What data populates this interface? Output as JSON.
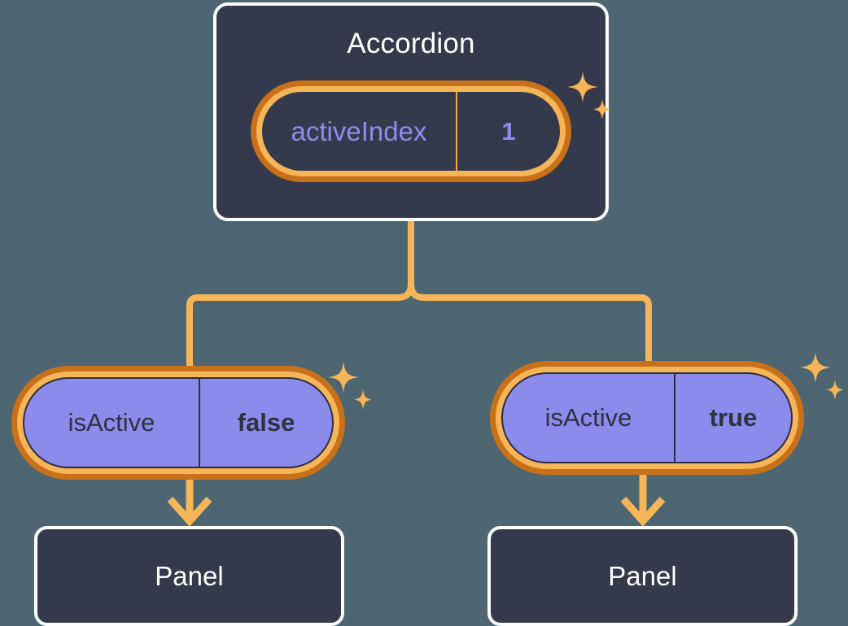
{
  "background_color": "#4d6671",
  "palette": {
    "node_fill": "#343a4b",
    "node_border": "#ffffff",
    "ring_outer": "#c8711a",
    "ring_inner": "#f6b558",
    "wire": "#f6b558",
    "value_purple": "#8d8df0",
    "pill_purple_fill": "#8b8bec",
    "pill_purple_text": "#2b3240",
    "sparkle": "#f6b558"
  },
  "tree": {
    "root": {
      "title": "Accordion",
      "prop": {
        "key": "activeIndex",
        "value": "1"
      }
    },
    "branches": [
      {
        "prop": {
          "key": "isActive",
          "value": "false"
        },
        "child": {
          "title": "Panel"
        }
      },
      {
        "prop": {
          "key": "isActive",
          "value": "true"
        },
        "child": {
          "title": "Panel"
        }
      }
    ]
  },
  "icons": {
    "sparkle_large": "sparkle-icon",
    "sparkle_small": "sparkle-small-icon",
    "arrow_down": "arrow-down-icon"
  }
}
